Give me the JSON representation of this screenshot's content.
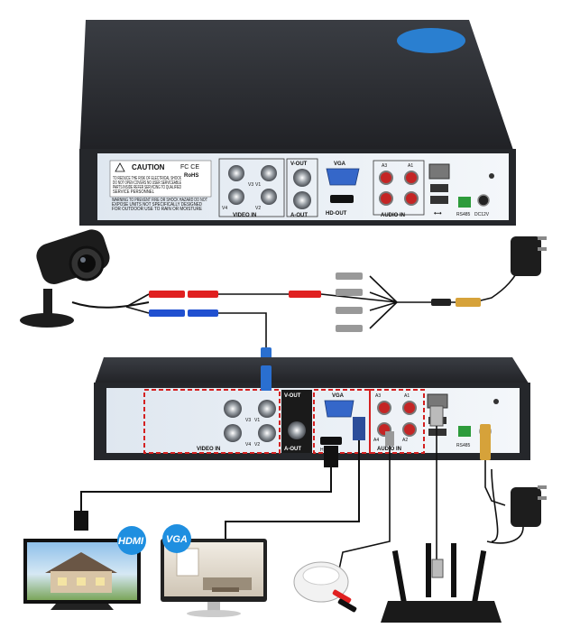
{
  "dvr_top": {
    "caution_title": "CAUTION",
    "caution_lines": [
      "TO REDUCE THE RISK OF ELECTRICAL SHOCK",
      "DO NOT OPEN COVERS NO USER SERVICEABLE",
      "PARTS INSIDE REFER SERVICING TO QUALIFIED",
      "SERVICE PERSONNEL"
    ],
    "warning_lines": [
      "WARNING TO PREVENT FIRE OR SHOCK HAZARD DO NOT",
      "EXPOSE UNITS NOT SPECIFICALLY DESIGNED",
      "FOR OUTDOOR USE TO RAIN OR MOISTURE"
    ],
    "cert_marks": "FC CE",
    "rohs": "RoHS",
    "video_in_label": "VIDEO IN",
    "v_out_label": "V-OUT",
    "a_out_label": "A-OUT",
    "vga_label": "VGA",
    "hd_out_label": "HD-OUT",
    "audio_in_label": "AUDIO IN",
    "rs485_label": "RS485",
    "dc12v_label": "DC12V",
    "ch_labels": [
      "V3",
      "V1",
      "V4",
      "V2"
    ],
    "audio_labels": [
      "A3",
      "A1",
      "A4",
      "A2"
    ]
  },
  "dvr_bottom": {
    "video_in_label": "VIDEO IN",
    "v_out_label": "V-OUT",
    "a_out_label": "A-OUT",
    "vga_label": "VGA",
    "hd_out_label": "HD-OUT",
    "audio_in_label": "AUDIO IN",
    "rs485_label": "RS485",
    "ch_labels": [
      "V3",
      "V1",
      "V4",
      "V2"
    ],
    "audio_labels": [
      "A3",
      "A1",
      "A4",
      "A2"
    ]
  },
  "badges": {
    "hdmi": "HDMI",
    "vga": "VGA"
  },
  "colors": {
    "dvr_body": "#2b2d31",
    "dvr_panel": "#e8eef4",
    "dashed_highlight": "#d42020",
    "badge_blue": "#1f8fe0",
    "cable_red": "#e02020",
    "cable_blue": "#2050d0",
    "cable_yellow": "#e0b020"
  },
  "icons": [
    "camera-icon",
    "power-adapter-icon",
    "monitor-icon",
    "router-icon",
    "microphone-icon",
    "splitter-cable-icon"
  ]
}
